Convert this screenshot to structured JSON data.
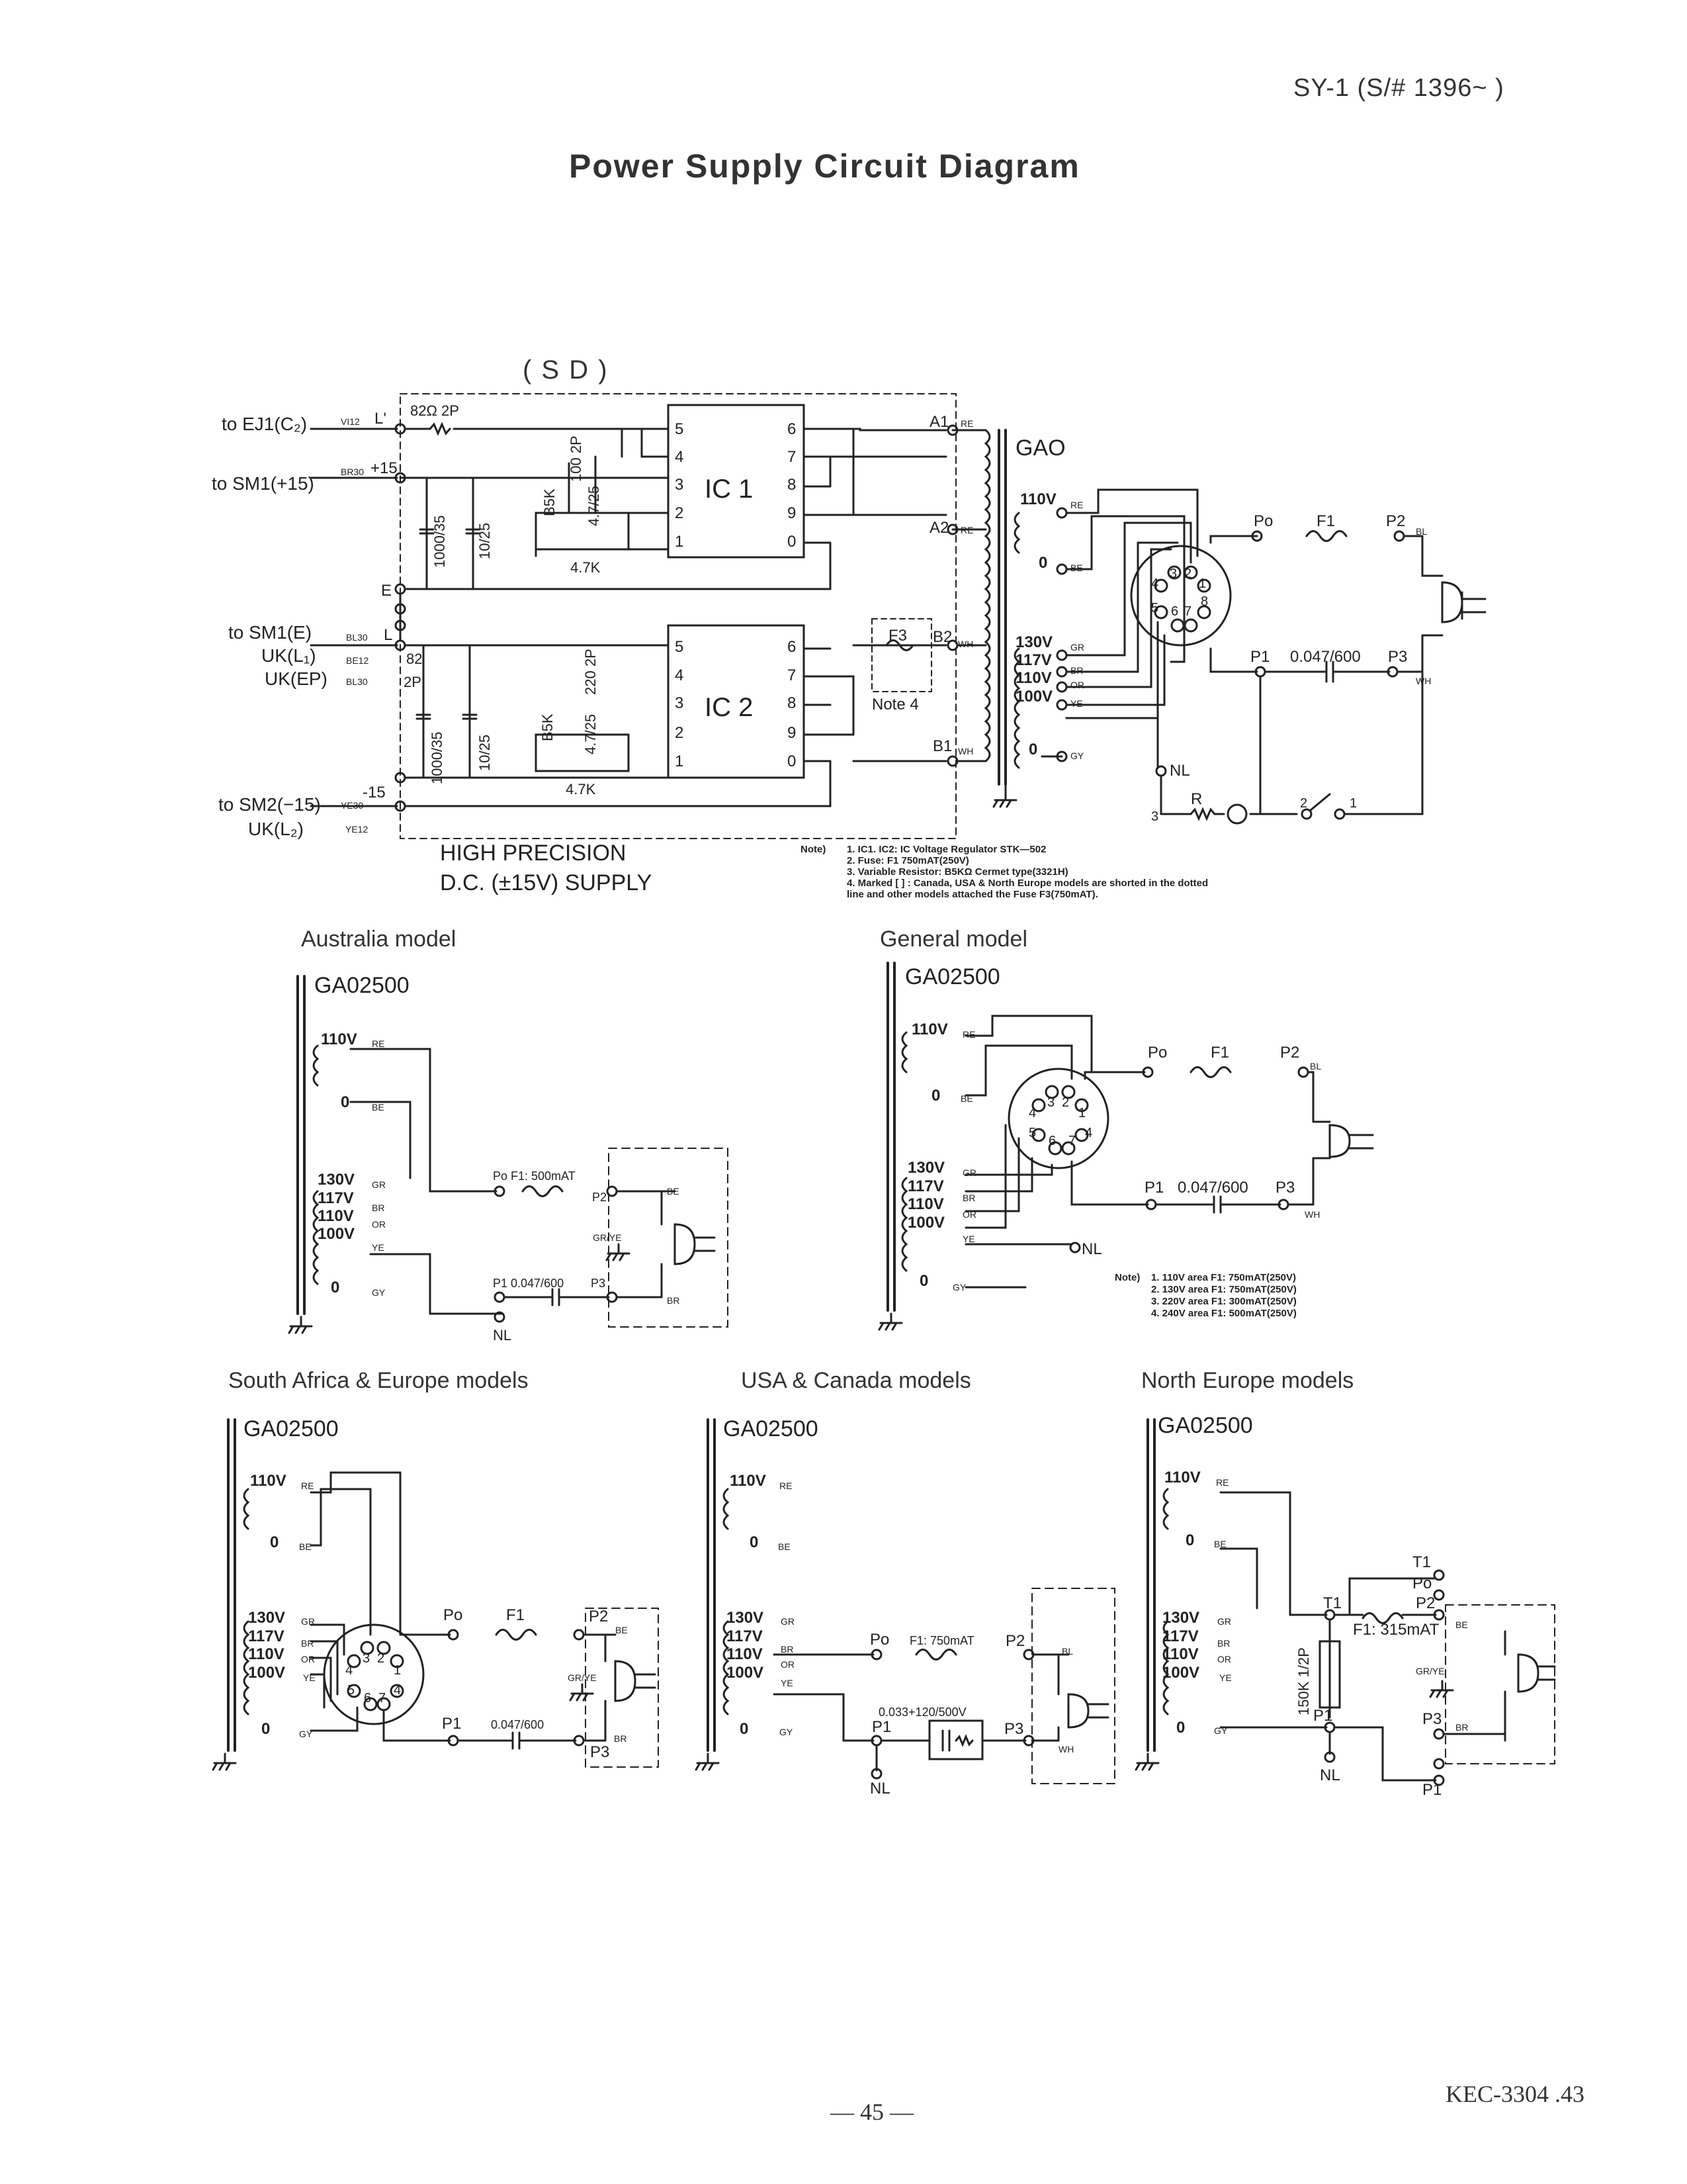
{
  "header": {
    "model_serial": "SY-1  (S/#  1396~          )"
  },
  "title": "Power Supply Circuit Diagram",
  "sd_label": "( S D )",
  "main": {
    "connections": {
      "ej1": "to  EJ1(C₂)",
      "sm1p": "to  SM1(+15)",
      "sm1e": "to  SM1(E)",
      "ukl1": "UK(L₁)",
      "ukep": "UK(EP)",
      "sm2": "to SM2(−15)",
      "ukl2": "UK(L₂)"
    },
    "wire_codes": {
      "vi12": "VI12",
      "br30": "BR30",
      "bl30": "BL30",
      "be12": "BE12",
      "bl30b": "BL30",
      "ye30": "YE30",
      "ye12": "YE12"
    },
    "nodes": {
      "l_prime": "L'",
      "plus15": "+15",
      "e": "E",
      "l": "L",
      "minus15": "-15"
    },
    "parts": {
      "r82_top": "82Ω 2P",
      "r100": "100 2P",
      "c1000_top": "1000/35",
      "c10_top": "10/25",
      "b5k_top": "B5K",
      "c47_top": "4.7/25",
      "r47k_top": "4.7K",
      "r82_bot": "82",
      "r2p_bot": "2P",
      "r220": "220 2P",
      "c1000_bot": "1000/35",
      "c10_bot": "10/25",
      "b5k_bot": "B5K",
      "c47_bot": "4.7/25",
      "r47k_bot": "4.7K"
    },
    "ic1": {
      "label": "IC 1",
      "pins_left": [
        "5",
        "4",
        "3",
        "2",
        "1"
      ],
      "pins_right": [
        "6",
        "7",
        "8",
        "9",
        "0"
      ]
    },
    "ic2": {
      "label": "IC 2",
      "pins_left": [
        "5",
        "4",
        "3",
        "2",
        "1"
      ],
      "pins_right": [
        "6",
        "7",
        "8",
        "9",
        "0"
      ]
    },
    "terminals": {
      "a1": "A1",
      "a2": "A2",
      "b1": "B1",
      "b2": "B2",
      "re1": "RE",
      "re2": "RE",
      "wh1": "WH",
      "wh2": "WH"
    },
    "f3": "F3",
    "note4": "Note 4",
    "transformer": {
      "name": "GAO",
      "taps": {
        "v110": "110V",
        "v0a": "0",
        "v130": "130V",
        "v117": "117V",
        "v110b": "110V",
        "v100": "100V",
        "v0b": "0",
        "re": "RE",
        "be": "BE",
        "gr": "GR",
        "br": "BR",
        "or": "OR",
        "ye": "YE",
        "gy": "GY"
      }
    },
    "selector": {
      "pins": [
        "4",
        "3",
        "2",
        "1",
        "5",
        "6",
        "7",
        "8"
      ]
    },
    "output": {
      "po": "Po",
      "f1": "F1",
      "p2": "P2",
      "bl": "BL",
      "p1": "P1",
      "cap": "0.047/600",
      "p3": "P3",
      "wh": "WH",
      "nl": "NL",
      "r": "R",
      "n3": "3",
      "n2": "2",
      "n1": "1"
    },
    "supply_label_1": "HIGH PRECISION",
    "supply_label_2": "D.C. (±15V) SUPPLY",
    "notes_head": "Note)",
    "notes": [
      "1. IC1. IC2: IC Voltage Regulator STK—502",
      "2. Fuse: F1 750mAT(250V)",
      "3. Variable Resistor: B5KΩ  Cermet type(3321H)",
      "4. Marked [ ] : Canada, USA & North Europe models are shorted in the dotted",
      "    line and other models attached the Fuse F3(750mAT)."
    ]
  },
  "australia": {
    "title": "Australia  model",
    "trans": "GA02500",
    "taps": [
      "110V",
      "0",
      "130V",
      "117V",
      "110V",
      "100V",
      "0"
    ],
    "codes": [
      "RE",
      "BE",
      "GR",
      "BR",
      "OR",
      "YE",
      "GY"
    ],
    "po": "Po F1:  500mAT",
    "p2": "P2",
    "be": "BE",
    "grye": "GR/YE",
    "p1": "P1 0.047/600",
    "p3": "P3",
    "br": "BR",
    "nl": "NL"
  },
  "general": {
    "title": "General  model",
    "trans": "GA02500",
    "taps": [
      "110V",
      "0",
      "130V",
      "117V",
      "110V",
      "100V",
      "0"
    ],
    "codes": [
      "RE",
      "BE",
      "GR",
      "BR",
      "OR",
      "YE",
      "GY"
    ],
    "selector": [
      "4",
      "3",
      "2",
      "1",
      "5",
      "4",
      "6",
      "7"
    ],
    "po": "Po",
    "f1": "F1",
    "p2": "P2",
    "bl": "BL",
    "p1": "P1",
    "cap": "0.047/600",
    "p3": "P3",
    "wh": "WH",
    "nl": "NL",
    "notes_head": "Note)",
    "notes": [
      "1. 110V  area  F1:  750mAT(250V)",
      "2. 130V  area  F1:  750mAT(250V)",
      "3. 220V  area  F1:  300mAT(250V)",
      "4. 240V  area  F1:  500mAT(250V)"
    ]
  },
  "south_africa": {
    "title": "South  Africa  &  Europe  models",
    "trans": "GA02500",
    "taps": [
      "110V",
      "0",
      "130V",
      "117V",
      "110V",
      "100V",
      "0"
    ],
    "codes": [
      "RE",
      "BE",
      "GR",
      "BR",
      "OR",
      "YE",
      "GY"
    ],
    "selector": [
      "4",
      "3",
      "2",
      "1",
      "5",
      "4",
      "6",
      "7"
    ],
    "po": "Po",
    "f1": "F1",
    "p2": "P2",
    "be": "BE",
    "grye": "GR/YE",
    "p1": "P1",
    "cap": "0.047/600",
    "p3": "P3",
    "br": "BR"
  },
  "usa": {
    "title": "USA  &  Canada  models",
    "trans": "GA02500",
    "taps": [
      "110V",
      "0",
      "130V",
      "117V",
      "110V",
      "100V",
      "0"
    ],
    "codes": [
      "RE",
      "BE",
      "GR",
      "BR",
      "OR",
      "YE",
      "GY"
    ],
    "po": "Po",
    "f1": "F1:  750mAT",
    "p2": "P2",
    "bl": "BL",
    "rc": "0.033+120/500V",
    "p1": "P1",
    "p3": "P3",
    "wh": "WH",
    "nl": "NL"
  },
  "north_europe": {
    "title": "North  Europe  models",
    "trans": "GA02500",
    "taps": [
      "110V",
      "0",
      "130V",
      "117V",
      "110V",
      "100V",
      "0"
    ],
    "codes": [
      "RE",
      "BE",
      "GR",
      "BR",
      "OR",
      "YE",
      "GY"
    ],
    "t1a": "T1",
    "po": "Po",
    "p2": "P2",
    "t1b": "T1",
    "f1": "F1:  315mAT",
    "be": "BE",
    "grye": "GR/YE",
    "res": "150K 1/2P",
    "p1": "P1",
    "p3": "P3",
    "br": "BR",
    "nl": "NL",
    "p1b": "P1"
  },
  "footer": {
    "page": "—  45  —",
    "code": "KEC-3304 .43"
  }
}
